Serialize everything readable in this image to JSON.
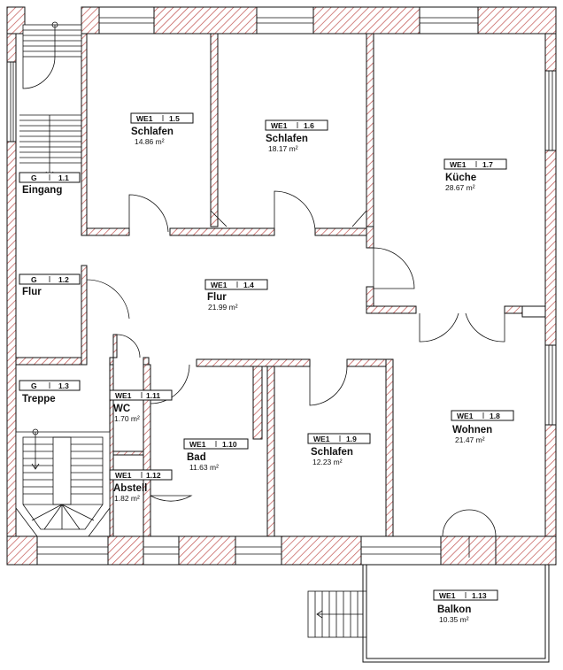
{
  "rooms": [
    {
      "id": "r1_1",
      "code_left": "G",
      "code_right": "1.1",
      "name": "Eingang",
      "area": ""
    },
    {
      "id": "r1_2",
      "code_left": "G",
      "code_right": "1.2",
      "name": "Flur",
      "area": ""
    },
    {
      "id": "r1_3",
      "code_left": "G",
      "code_right": "1.3",
      "name": "Treppe",
      "area": ""
    },
    {
      "id": "r1_4",
      "code_left": "WE1",
      "code_right": "1.4",
      "name": "Flur",
      "area": "21.99 m²"
    },
    {
      "id": "r1_5",
      "code_left": "WE1",
      "code_right": "1.5",
      "name": "Schlafen",
      "area": "14.86 m²"
    },
    {
      "id": "r1_6",
      "code_left": "WE1",
      "code_right": "1.6",
      "name": "Schlafen",
      "area": "18.17 m²"
    },
    {
      "id": "r1_7",
      "code_left": "WE1",
      "code_right": "1.7",
      "name": "Küche",
      "area": "28.67 m²"
    },
    {
      "id": "r1_8",
      "code_left": "WE1",
      "code_right": "1.8",
      "name": "Wohnen",
      "area": "21.47 m²"
    },
    {
      "id": "r1_9",
      "code_left": "WE1",
      "code_right": "1.9",
      "name": "Schlafen",
      "area": "12.23 m²"
    },
    {
      "id": "r1_10",
      "code_left": "WE1",
      "code_right": "1.10",
      "name": "Bad",
      "area": "11.63 m²"
    },
    {
      "id": "r1_11",
      "code_left": "WE1",
      "code_right": "1.11",
      "name": "WC",
      "area": "1.70 m²"
    },
    {
      "id": "r1_12",
      "code_left": "WE1",
      "code_right": "1.12",
      "name": "Abstell",
      "area": "1.82 m²"
    },
    {
      "id": "r1_13",
      "code_left": "WE1",
      "code_right": "1.13",
      "name": "Balkon",
      "area": "10.35 m²"
    }
  ],
  "colors": {
    "wall_hatch": "#c0504d",
    "line": "#111111",
    "background": "#ffffff"
  }
}
